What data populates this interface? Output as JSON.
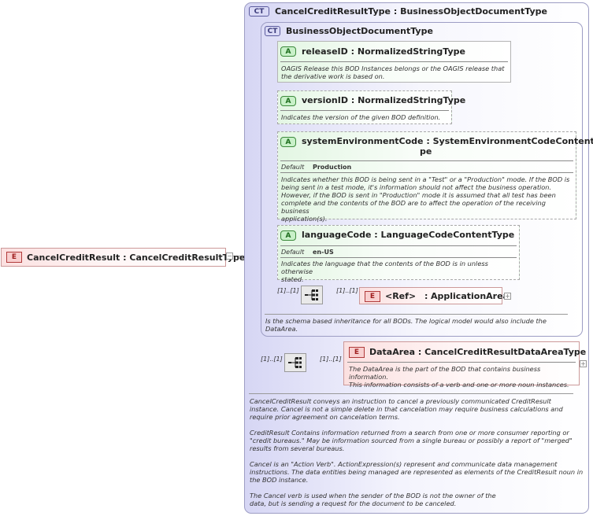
{
  "root_element": {
    "badge": "E",
    "name": "CancelCreditResult",
    "type": "CancelCreditResultType"
  },
  "outer_type": {
    "badge": "CT",
    "name": "CancelCreditResultType",
    "base": "BusinessObjectDocumentType",
    "documentation": "CancelCreditResult conveys an instruction to cancel a previously communicated CreditResult\ninstance. Cancel is not a simple delete in that cancelation may require business calculations and\nrequire prior agreement on cancelation terms.\n\nCreditResult  Contains information returned from a search from one or more consumer reporting or\n\"credit bureaus.\" May be information sourced from a single bureau or possibly a report of \"merged\"\nresults from several bureaus.\n\nCancel is an \"Action Verb\". ActionExpression(s) represent and communicate data management\ninstructions. The data entities being managed are represented as elements of the CreditResult noun in\nthe BOD instance.\n\nThe Cancel verb is used when the sender of the BOD is not the owner of the\ndata, but is sending a request for the document to be canceled."
  },
  "base_type": {
    "badge": "CT",
    "name": "BusinessObjectDocumentType",
    "documentation": "Is the schema based inheritance for all BODs. The logical model would also include the\nDataArea."
  },
  "attributes": [
    {
      "badge": "A",
      "name": "releaseID",
      "type": "NormalizedStringType",
      "documentation": "OAGIS Release this BOD Instances belongs or the OAGIS release that\nthe derivative work is based on."
    },
    {
      "badge": "A",
      "name": "versionID",
      "type": "NormalizedStringType",
      "documentation": "Indicates the version of the given BOD definition."
    },
    {
      "badge": "A",
      "name": "systemEnvironmentCode",
      "type_line1": "SystemEnvironmentCodeContentTy",
      "type_line2": "pe",
      "default_label": "Default",
      "default_value": "Production",
      "documentation": "Indicates whether this BOD is being sent in a \"Test\" or a \"Production\" mode. If the BOD is\nbeing sent in a test mode, it's information should not affect the business operation.\nHowever, if the BOD is sent in \"Production\" mode it is assumed that all test has been\ncomplete and the contents of the BOD are to affect the operation of the receiving business\napplication(s)."
    },
    {
      "badge": "A",
      "name": "languageCode",
      "type": "LanguageCodeContentType",
      "default_label": "Default",
      "default_value": "en-US",
      "documentation": "Indicates the language that the contents of the BOD is in unless otherwise\nstated."
    }
  ],
  "application_area": {
    "seq_card": "[1]..[1]",
    "card": "[1]..[1]",
    "badge": "E",
    "name": "<Ref>",
    "type": "ApplicationArea"
  },
  "data_area": {
    "seq_card": "[1]..[1]",
    "card": "[1]..[1]",
    "badge": "E",
    "name": "DataArea",
    "type": "CancelCreditResultDataAreaType",
    "documentation": "The DataArea is the part of the BOD that contains business information.\nThis information consists of a verb and one or more noun instances."
  },
  "separator": ":",
  "plus_symbol": "+",
  "minus_symbol": "−",
  "colors": {
    "ct_border": "#9d9dc4",
    "attr_fill": "#e3f6e3",
    "elem_fill": "#fbe0e0",
    "line": "#999999"
  }
}
